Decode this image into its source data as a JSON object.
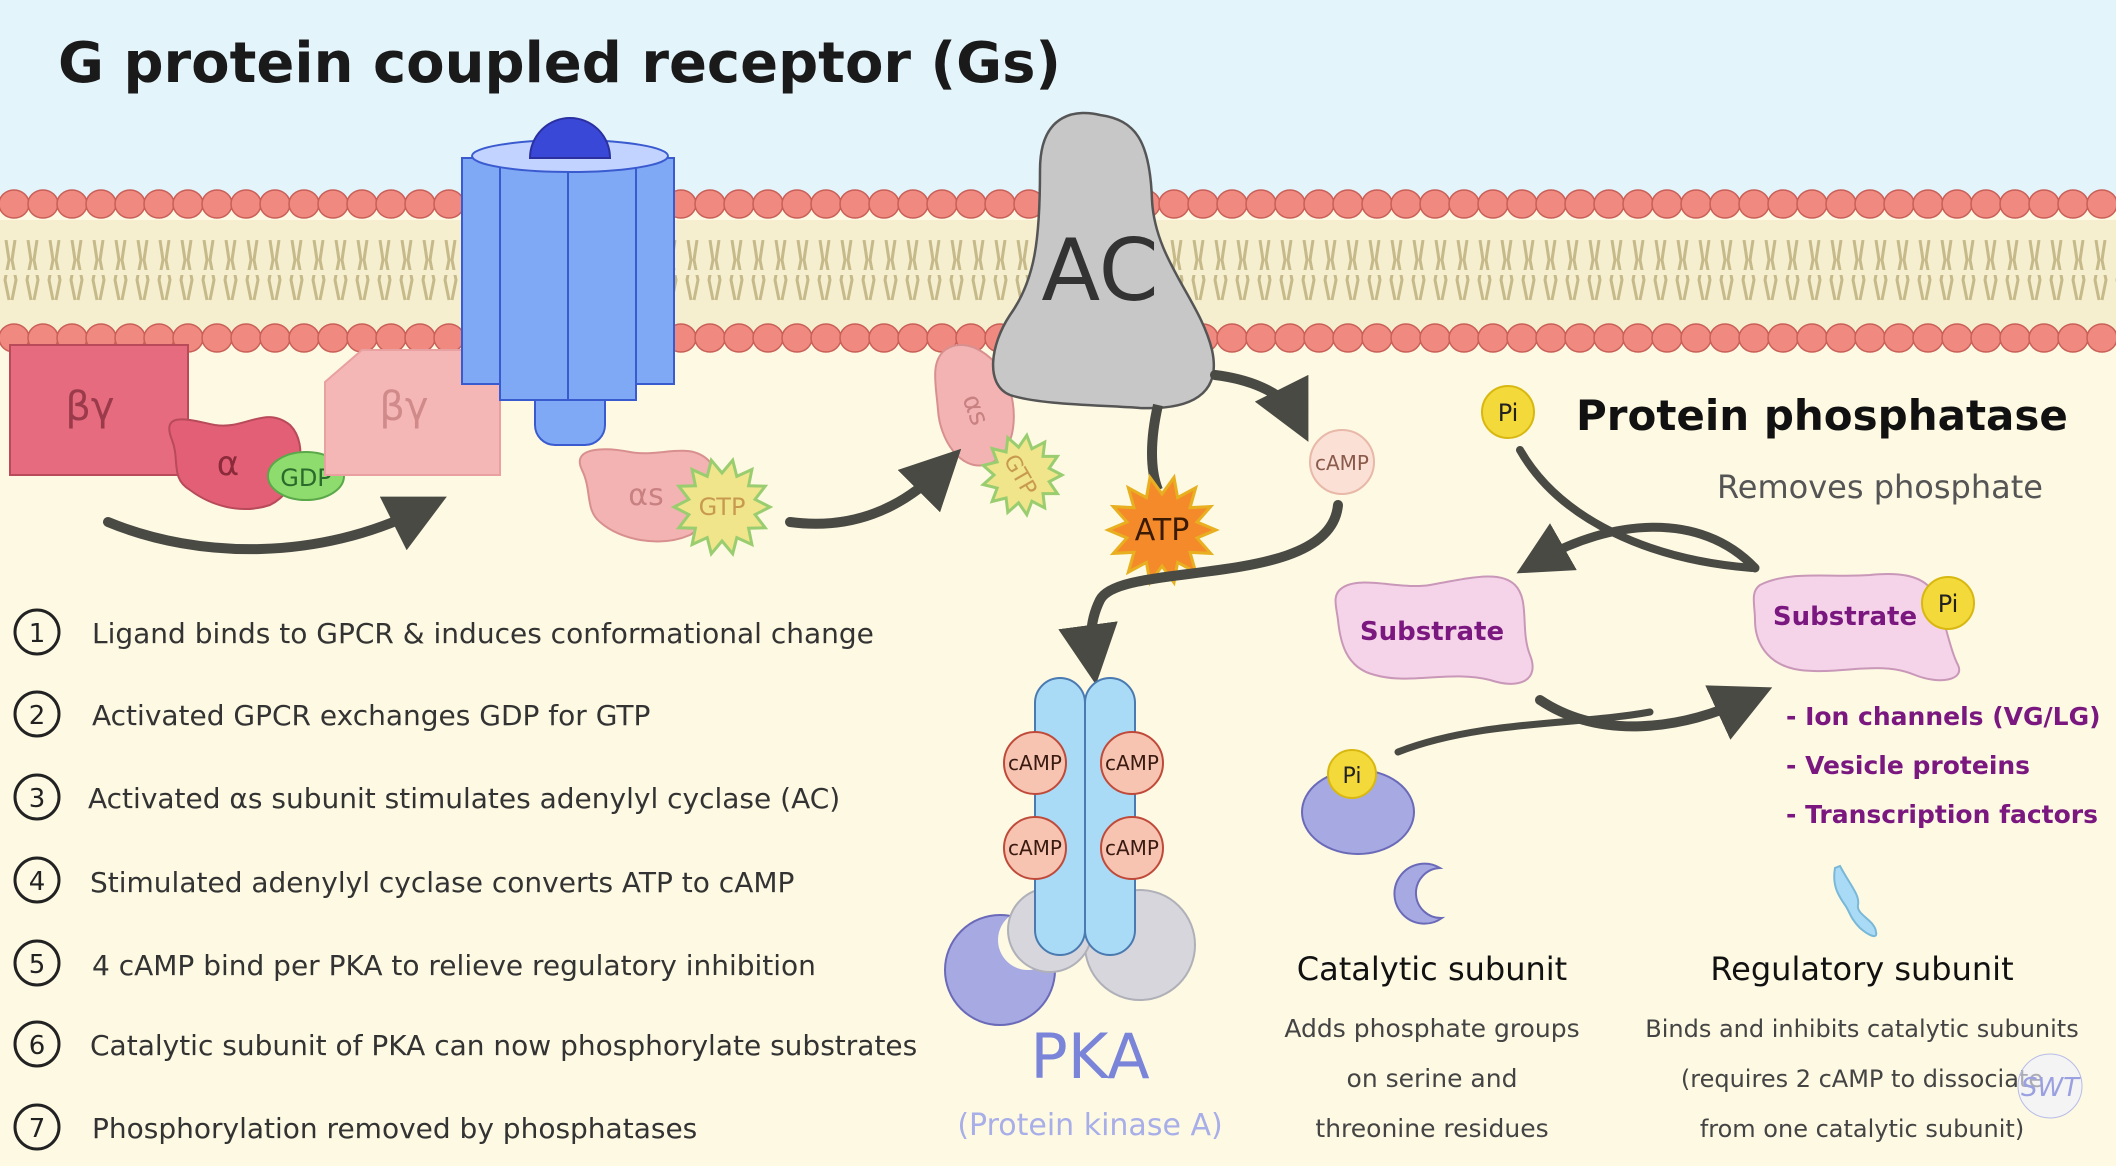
{
  "title": "G protein coupled receptor (Gs)",
  "colors": {
    "sky": "#e4f4fb",
    "cytoplasm": "#fdf9e3",
    "lipid_head": "#f08a80",
    "lipid_tail": "#c6b98a",
    "gpcr": "#7fa8f5",
    "gpcr_dark": "#3a5bd0",
    "beta_gamma": "#e66b7e",
    "beta_gamma_faded": "#f5b7b5",
    "alpha": "#e35f76",
    "alpha_faded": "#f3b3b3",
    "gdp": "#8fdc6e",
    "gtp": "#f0e58a",
    "ac": "#c7c7c7",
    "atp": "#f58a2a",
    "camp": "#f7c4b2",
    "pka_reg": "#a9dbf7",
    "pka_cat": "#a7a9e3",
    "pka_grey": "#d6d6dc",
    "substrate": "#f5d4ea",
    "pi": "#f4d93a",
    "purple_text": "#7a1880",
    "arrow": "#4a4a44",
    "text": "#333333"
  },
  "membrane_labels": {
    "beta_gamma": "βγ",
    "beta_gamma_released": "βγ",
    "alpha": "α",
    "gdp": "GDP",
    "alpha_s": "αs",
    "gtp": "GTP",
    "alpha_s_bound": "αs",
    "gtp_bound": "GTP",
    "ac": "AC",
    "atp": "ATP",
    "camp_product": "cAMP"
  },
  "steps": [
    {
      "num": "1",
      "text": "Ligand binds to GPCR & induces conformational change"
    },
    {
      "num": "2",
      "text": "Activated GPCR exchanges GDP for GTP"
    },
    {
      "num": "3",
      "text": "Activated αs subunit stimulates adenylyl cyclase (AC)"
    },
    {
      "num": "4",
      "text": "Stimulated adenylyl cyclase converts ATP to cAMP"
    },
    {
      "num": "5",
      "text": "4 cAMP bind per PKA to relieve regulatory inhibition"
    },
    {
      "num": "6",
      "text": "Catalytic subunit of PKA can now phosphorylate substrates"
    },
    {
      "num": "7",
      "text": "Phosphorylation removed by phosphatases"
    }
  ],
  "pka": {
    "camp_labels": [
      "cAMP",
      "cAMP",
      "cAMP",
      "cAMP"
    ],
    "title": "PKA",
    "subtitle": "(Protein kinase A)"
  },
  "phosphatase": {
    "title": "Protein phosphatase",
    "subtitle": "Removes phosphate",
    "pi_top": "Pi",
    "substrate_left": "Substrate",
    "substrate_right": "Substrate",
    "pi_right": "Pi",
    "pi_bottom": "Pi",
    "targets": [
      "- Ion channels (VG/LG)",
      "- Vesicle proteins",
      "- Transcription factors"
    ]
  },
  "catalytic_subunit": {
    "title": "Catalytic subunit",
    "lines": [
      "Adds phosphate groups",
      "on serine and",
      "threonine residues"
    ]
  },
  "regulatory_subunit": {
    "title": "Regulatory subunit",
    "lines": [
      "Binds and inhibits catalytic subunits",
      "(requires 2 cAMP to dissociate",
      "from one catalytic subunit)"
    ]
  },
  "watermark": "SWT"
}
